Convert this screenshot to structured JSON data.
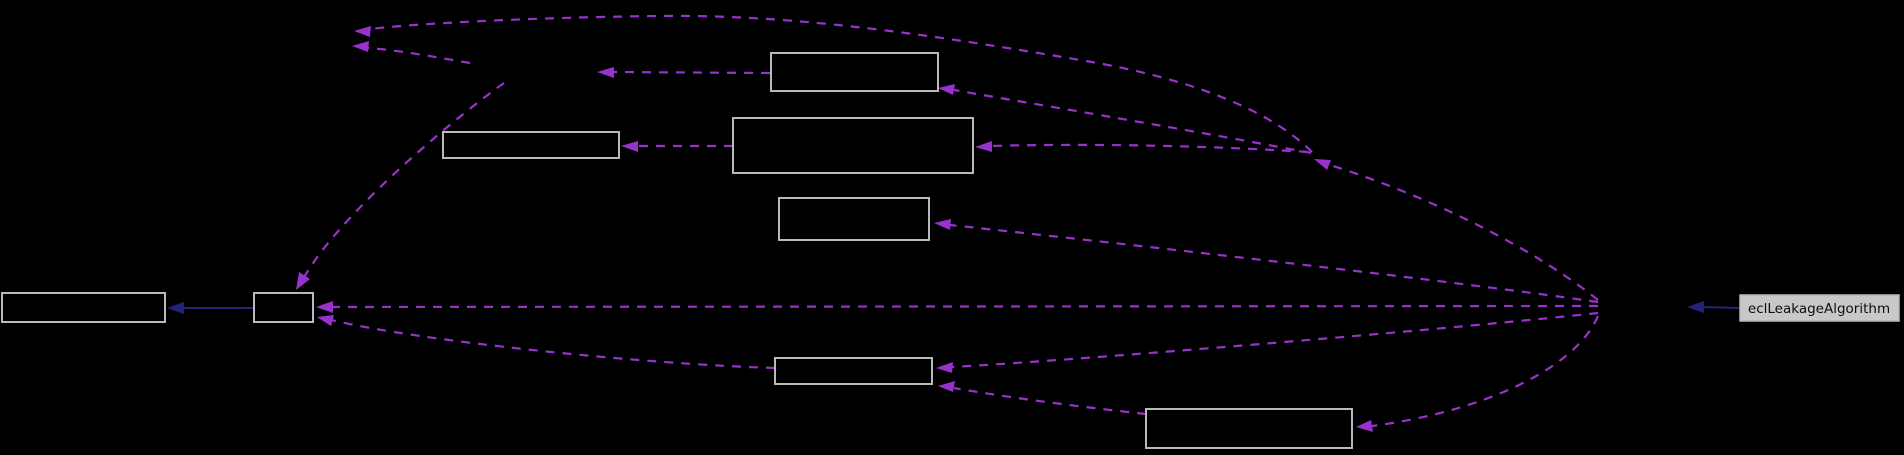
{
  "diagram": {
    "type": "collaboration-graph",
    "background_color": "#000000",
    "node_border_color": "#b9b9b9",
    "node_fill_color": "#000000",
    "inheritance_edge_color": "#23237c",
    "usage_edge_color": "#9932cc",
    "highlight_node": {
      "id": "node-ecl-leakage-algorithm",
      "label": "eclLeakageAlgorithm",
      "fill": "#c8c8c8",
      "text_color": "#0d0d0d"
    },
    "nodes": [
      {
        "id": "node-top",
        "label": ""
      },
      {
        "id": "node-left-mid",
        "label": ""
      },
      {
        "id": "node-center-large",
        "label": ""
      },
      {
        "id": "node-center-small",
        "label": ""
      },
      {
        "id": "node-far-left",
        "label": ""
      },
      {
        "id": "node-small-hub",
        "label": ""
      },
      {
        "id": "node-bottom-mid",
        "label": ""
      },
      {
        "id": "node-bottom-right",
        "label": ""
      },
      {
        "id": "node-ecl-leakage-algorithm",
        "label": "eclLeakageAlgorithm"
      }
    ],
    "edges": [
      {
        "from": "node-small-hub",
        "to": "node-far-left",
        "style": "solid",
        "relation": "inheritance"
      },
      {
        "from": "node-ecl-leakage-algorithm",
        "to": "hidden-hub-a",
        "style": "solid",
        "relation": "inheritance"
      },
      {
        "from": "hidden-hub-a",
        "to": "node-small-hub",
        "style": "dashed",
        "relation": "usage"
      },
      {
        "from": "hidden-hub-a",
        "to": "node-center-small",
        "style": "dashed",
        "relation": "usage"
      },
      {
        "from": "hidden-hub-a",
        "to": "node-bottom-mid",
        "style": "dashed",
        "relation": "usage"
      },
      {
        "from": "hidden-hub-a",
        "to": "node-bottom-right",
        "style": "dashed",
        "relation": "usage"
      },
      {
        "from": "hidden-hub-a",
        "to": "hidden-hub-b",
        "style": "dashed",
        "relation": "usage"
      },
      {
        "from": "hidden-hub-b",
        "to": "node-top",
        "style": "dashed",
        "relation": "usage"
      },
      {
        "from": "hidden-hub-b",
        "to": "node-center-large",
        "style": "dashed",
        "relation": "usage"
      },
      {
        "from": "hidden-hub-b",
        "to": "hidden-node-c",
        "style": "dashed",
        "relation": "usage"
      },
      {
        "from": "hidden-node-d",
        "to": "hidden-node-c",
        "style": "dashed",
        "relation": "usage"
      },
      {
        "from": "hidden-node-d",
        "to": "node-small-hub",
        "style": "dashed",
        "relation": "usage"
      },
      {
        "from": "node-top",
        "to": "hidden-node-d",
        "style": "dashed",
        "relation": "usage"
      },
      {
        "from": "node-center-large",
        "to": "node-left-mid",
        "style": "dashed",
        "relation": "usage"
      },
      {
        "from": "node-bottom-mid",
        "to": "node-small-hub",
        "style": "dashed",
        "relation": "usage"
      },
      {
        "from": "node-bottom-right",
        "to": "node-bottom-mid",
        "style": "dashed",
        "relation": "usage"
      }
    ]
  }
}
